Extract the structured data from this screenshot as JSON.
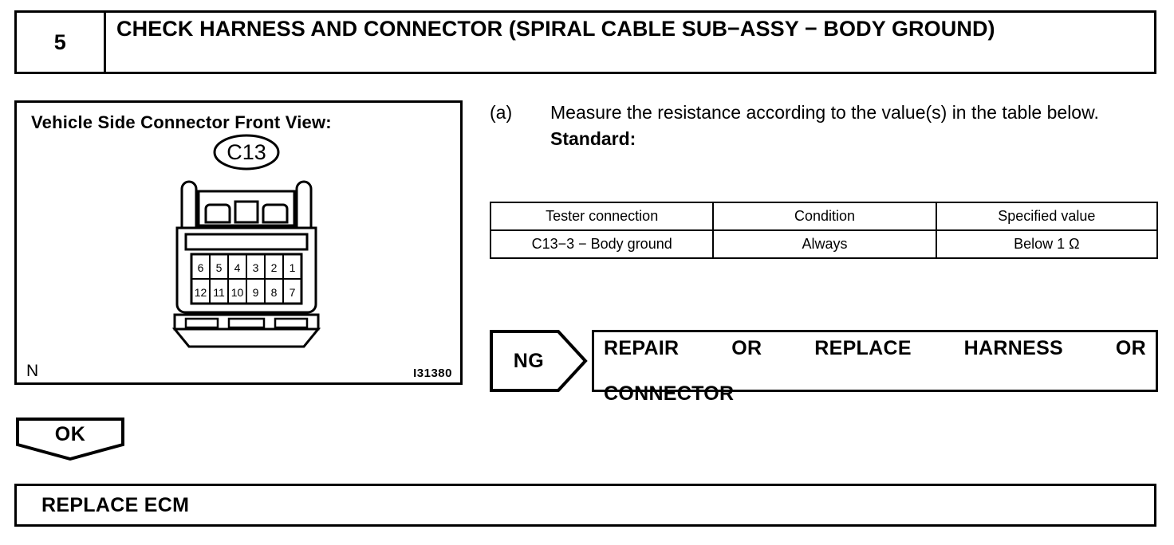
{
  "step": {
    "number": "5",
    "title": "CHECK HARNESS AND CONNECTOR (SPIRAL CABLE SUB−ASSY − BODY GROUND)"
  },
  "figure": {
    "caption": "Vehicle Side Connector Front View:",
    "connector_label": "C13",
    "mark": "N",
    "code": "I31380",
    "pins_top_row": [
      "6",
      "5",
      "4",
      "3",
      "2",
      "1"
    ],
    "pins_bottom_row": [
      "12",
      "11",
      "10",
      "9",
      "8",
      "7"
    ]
  },
  "instruction": {
    "marker": "(a)",
    "text": "Measure the resistance according to the value(s) in the table below.",
    "standard_label": "Standard:"
  },
  "spec_table": {
    "headers": [
      "Tester connection",
      "Condition",
      "Specified value"
    ],
    "rows": [
      [
        "C13−3 − Body ground",
        "Always",
        "Below 1 Ω"
      ]
    ]
  },
  "ng_result": {
    "arrow_label": "NG",
    "line1": "REPAIR OR REPLACE HARNESS OR",
    "line2": "CONNECTOR"
  },
  "ok_result": {
    "arrow_label": "OK"
  },
  "final_action": {
    "text": "REPLACE ECM"
  }
}
